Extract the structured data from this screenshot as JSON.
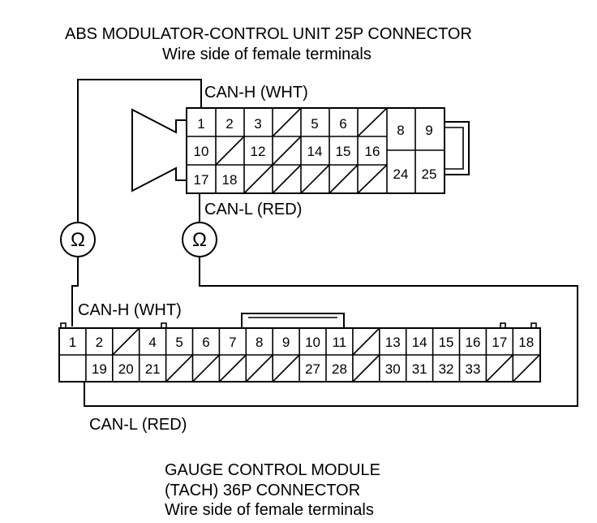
{
  "abs_connector": {
    "title": "ABS MODULATOR-CONTROL UNIT 25P CONNECTOR",
    "subtitle": "Wire side of female terminals",
    "can_h_label": "CAN-H (WHT)",
    "can_l_label": "CAN-L (RED)",
    "pins": {
      "p1": "1",
      "p2": "2",
      "p3": "3",
      "p5": "5",
      "p6": "6",
      "p8": "8",
      "p9": "9",
      "p10": "10",
      "p12": "12",
      "p14": "14",
      "p15": "15",
      "p16": "16",
      "p17": "17",
      "p18": "18",
      "p24": "24",
      "p25": "25"
    }
  },
  "meters": {
    "left_symbol": "Ω",
    "right_symbol": "Ω"
  },
  "gauge_connector": {
    "can_h_label": "CAN-H (WHT)",
    "can_l_label": "CAN-L (RED)",
    "title_line1": "GAUGE CONTROL MODULE",
    "title_line2": "(TACH) 36P CONNECTOR",
    "subtitle": "Wire side of female terminals",
    "top_pins": [
      "1",
      "2",
      "",
      "4",
      "5",
      "6",
      "7",
      "8",
      "9",
      "10",
      "11",
      "",
      "13",
      "14",
      "15",
      "16",
      "17",
      "18"
    ],
    "bottom_pins": [
      "",
      "19",
      "20",
      "21",
      "",
      "",
      "",
      "",
      "",
      "27",
      "28",
      "",
      "30",
      "31",
      "32",
      "33",
      "",
      ""
    ]
  }
}
